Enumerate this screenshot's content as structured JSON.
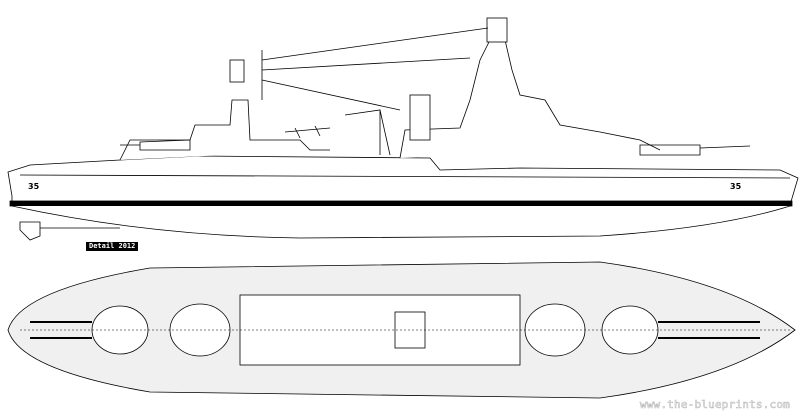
{
  "drawing": {
    "views": [
      "side-profile",
      "top-plan"
    ],
    "hull_number_bow": "35",
    "hull_number_stern": "35",
    "signature": "Detail 2012",
    "watermark": "www.the-blueprints.com",
    "colors": {
      "line": "#000000",
      "boot_topping": "#000000",
      "background": "#ffffff",
      "deck": "#f0f0f0"
    }
  }
}
